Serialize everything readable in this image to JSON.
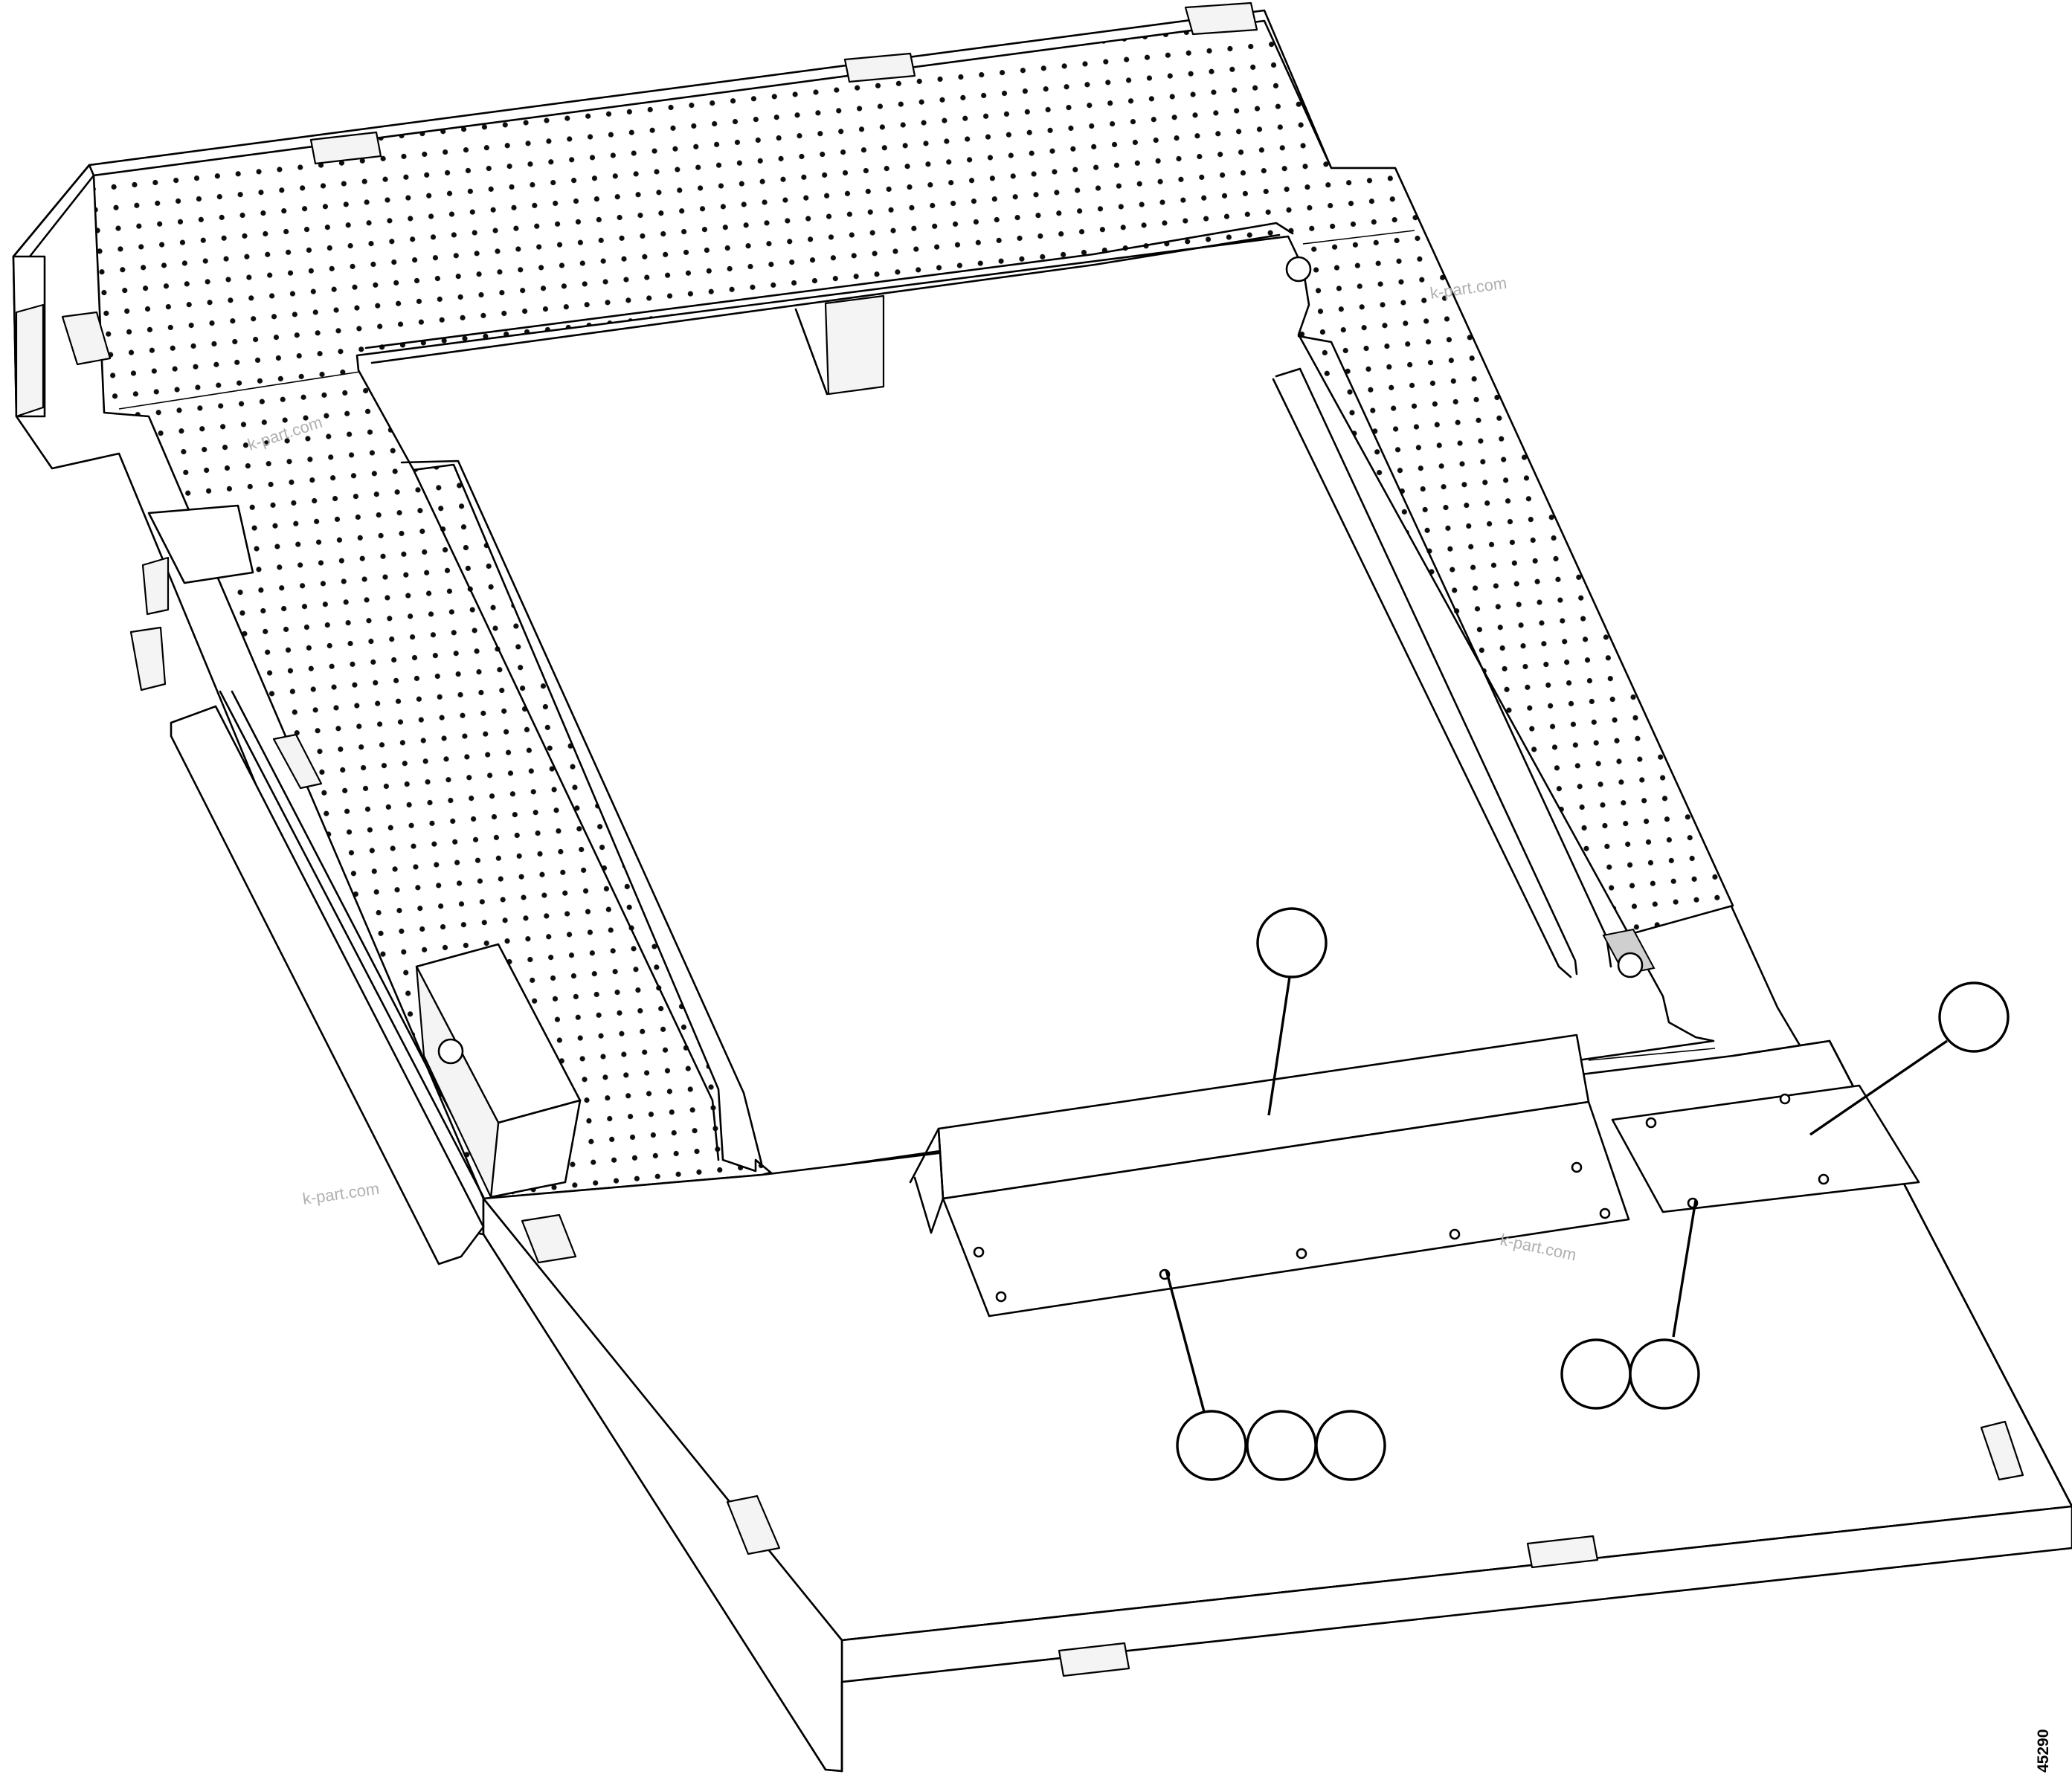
{
  "figure_number": "45290",
  "watermarks": [
    "k-part.com",
    "k-part.com",
    "k-part.com",
    "k-part.com"
  ]
}
